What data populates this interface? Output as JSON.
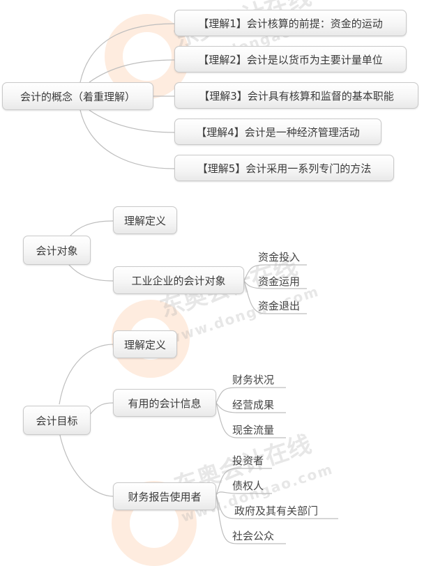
{
  "watermark": {
    "brand_text": "东奥会计在线",
    "url_text": "www.dongao.com",
    "ring_color": "#faaa6e"
  },
  "map1": {
    "root": "会计的概念（着重理解）",
    "children": [
      "【理解1】会计核算的前提：资金的运动",
      "【理解2】会计是以货币为主要计量单位",
      "【理解3】会计具有核算和监督的基本职能",
      "【理解4】会计是一种经济管理活动",
      "【理解5】会计采用一系列专门的方法"
    ]
  },
  "map2": {
    "root": "会计对象",
    "children": [
      {
        "label": "理解定义"
      },
      {
        "label": "工业企业的会计对象",
        "leaves": [
          "资金投入",
          "资金运用",
          "资金退出"
        ]
      }
    ]
  },
  "map3": {
    "root": "会计目标",
    "children": [
      {
        "label": "理解定义"
      },
      {
        "label": "有用的会计信息",
        "leaves": [
          "财务状况",
          "经营成果",
          "现金流量"
        ]
      },
      {
        "label": "财务报告使用者",
        "leaves": [
          "投资者",
          "债权人",
          "政府及其有关部门",
          "社会公众"
        ]
      }
    ]
  }
}
